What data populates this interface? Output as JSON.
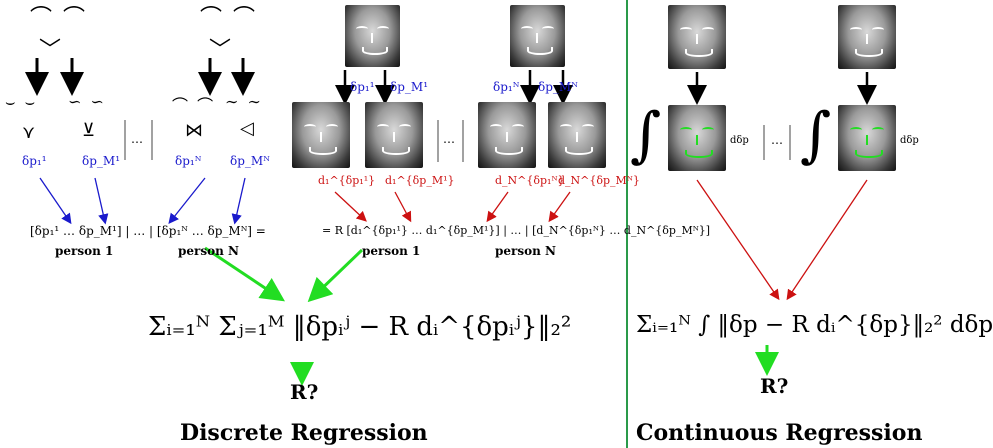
{
  "left": {
    "sketch_labels": [
      "δp₁¹",
      "δp_M¹",
      "δp₁ᴺ",
      "δp_Mᴺ"
    ],
    "matrix_text": "[δp₁¹ … δp_M¹] | … | [δp₁ᴺ … δp_Mᴺ] =",
    "person1": "person 1",
    "personN": "person N",
    "dots": "…"
  },
  "middle": {
    "top_labels": [
      "δp₁¹",
      "δp_M¹",
      "δp₁ᴺ",
      "δp_Mᴺ"
    ],
    "d_labels": [
      "d₁^{δp₁¹}",
      "d₁^{δp_M¹}",
      "d_N^{δp₁ᴺ}",
      "d_N^{δp_Mᴺ}"
    ],
    "matrix_text": "= R [d₁^{δp₁¹} … d₁^{δp_M¹}] | … | [d_N^{δp₁ᴺ} … d_N^{δp_Mᴺ}]",
    "person1": "person 1",
    "personN": "person N",
    "dots": "…"
  },
  "discrete": {
    "equation": "Σᵢ₌₁ᴺ Σⱼ₌₁ᴹ ‖δpᵢʲ − R dᵢ^{δpᵢʲ}‖₂²",
    "result": "R?",
    "title": "Discrete Regression"
  },
  "continuous": {
    "integrand_label": "dδp",
    "dots": "…",
    "equation": "Σᵢ₌₁ᴺ ∫ ‖δp − R dᵢ^{δp}‖₂² dδp",
    "result": "R?",
    "title": "Continuous Regression"
  },
  "colors": {
    "blue": "#1a1acc",
    "red": "#cc1111",
    "green": "#22dd22",
    "separator": "#2a9a4a"
  }
}
